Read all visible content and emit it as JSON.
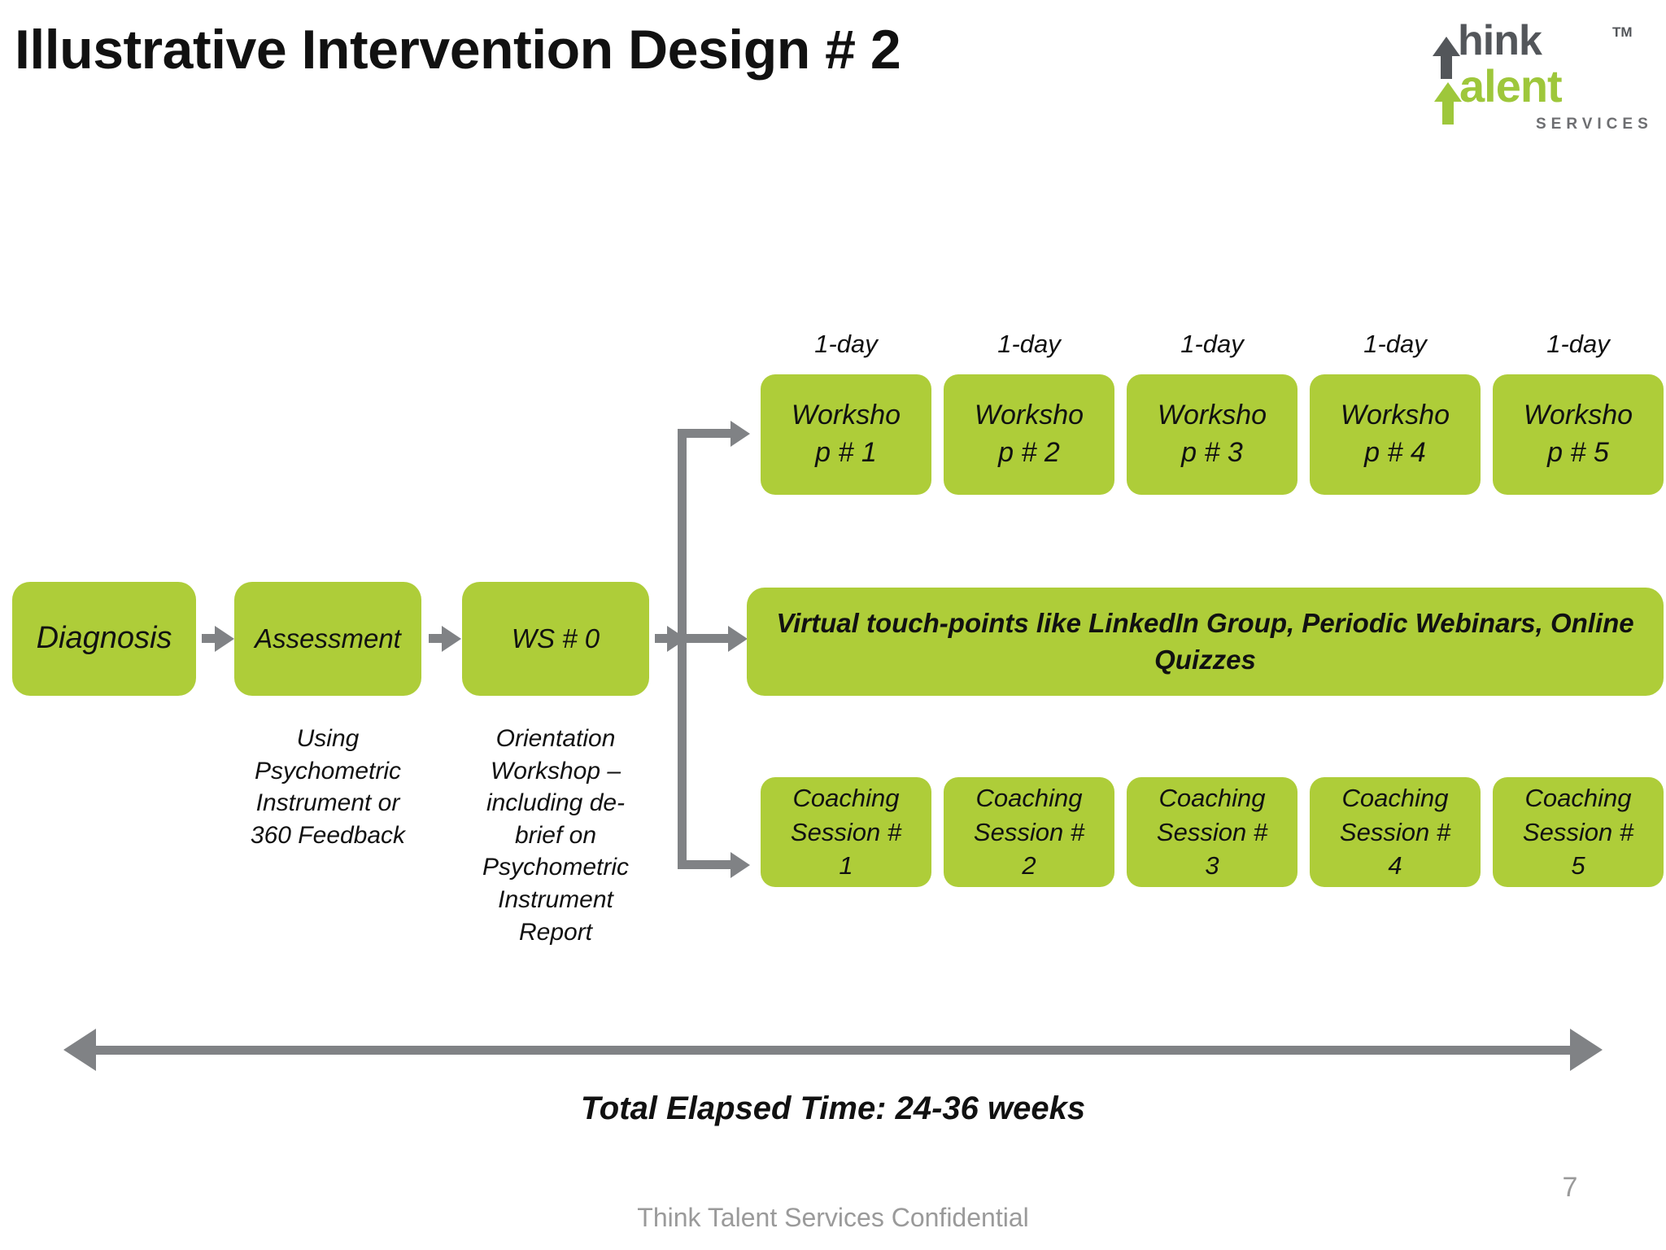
{
  "slide": {
    "title": "Illustrative Intervention Design # 2",
    "page_number": "7",
    "footer": "Think Talent Services Confidential",
    "accent_green": "#AECD39",
    "connector_gray": "#808285",
    "logo_dark": "#53565A"
  },
  "logo": {
    "word_top": "hink",
    "word_bottom": "alent",
    "trademark": "TM",
    "tagline": "SERVICES"
  },
  "chain": [
    {
      "label": "Diagnosis",
      "caption": ""
    },
    {
      "label": "Assessment",
      "caption": "Using\nPsychometric\nInstrument or\n360 Feedback"
    },
    {
      "label": "WS # 0",
      "caption": "Orientation\nWorkshop –\nincluding de-\nbrief on\nPsychometric\nInstrument\nReport"
    }
  ],
  "workshops": [
    {
      "duration": "1-day",
      "label": "Worksho\np # 1"
    },
    {
      "duration": "1-day",
      "label": "Worksho\np # 2"
    },
    {
      "duration": "1-day",
      "label": "Worksho\np # 3"
    },
    {
      "duration": "1-day",
      "label": "Worksho\np # 4"
    },
    {
      "duration": "1-day",
      "label": "Worksho\np # 5"
    }
  ],
  "virtual_bar": {
    "label": "Virtual touch-points like LinkedIn Group, Periodic Webinars, Online Quizzes"
  },
  "coaching": [
    {
      "label": "Coaching\nSession #\n1"
    },
    {
      "label": "Coaching\nSession #\n2"
    },
    {
      "label": "Coaching\nSession #\n3"
    },
    {
      "label": "Coaching\nSession  #\n4"
    },
    {
      "label": "Coaching\nSession #\n5"
    }
  ],
  "timeline": {
    "caption": "Total Elapsed Time: 24-36 weeks"
  }
}
